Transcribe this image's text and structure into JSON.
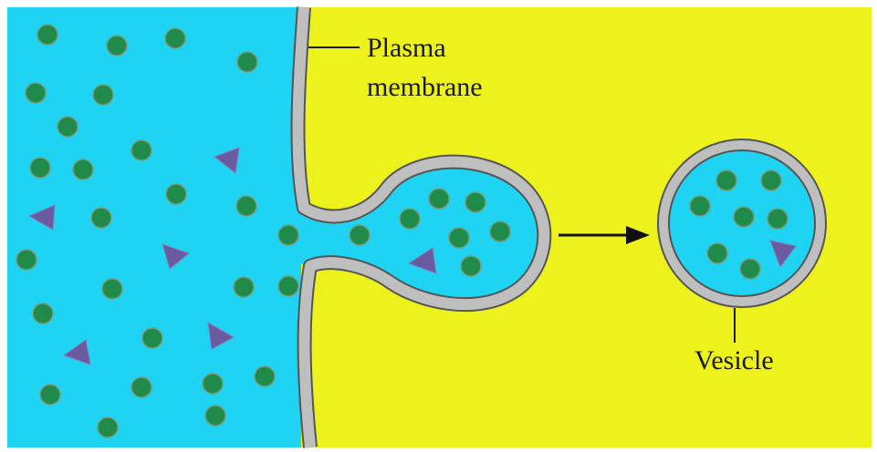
{
  "labels": {
    "plasma_membrane_line1": "Plasma",
    "plasma_membrane_line2": "membrane",
    "vesicle": "Vesicle"
  },
  "colors": {
    "outside_fluid": "#1fd3f2",
    "cytoplasm": "#eef21c",
    "membrane_fill": "#bfbfbf",
    "membrane_edge": "#555555",
    "molecule_sphere": "#1f8a4a",
    "molecule_triangle": "#6a5aa0",
    "arrow": "#111111"
  },
  "icons": {
    "sphere": "green-sphere-molecule",
    "triangle": "purple-triangle-molecule",
    "arrow": "right-arrow"
  }
}
